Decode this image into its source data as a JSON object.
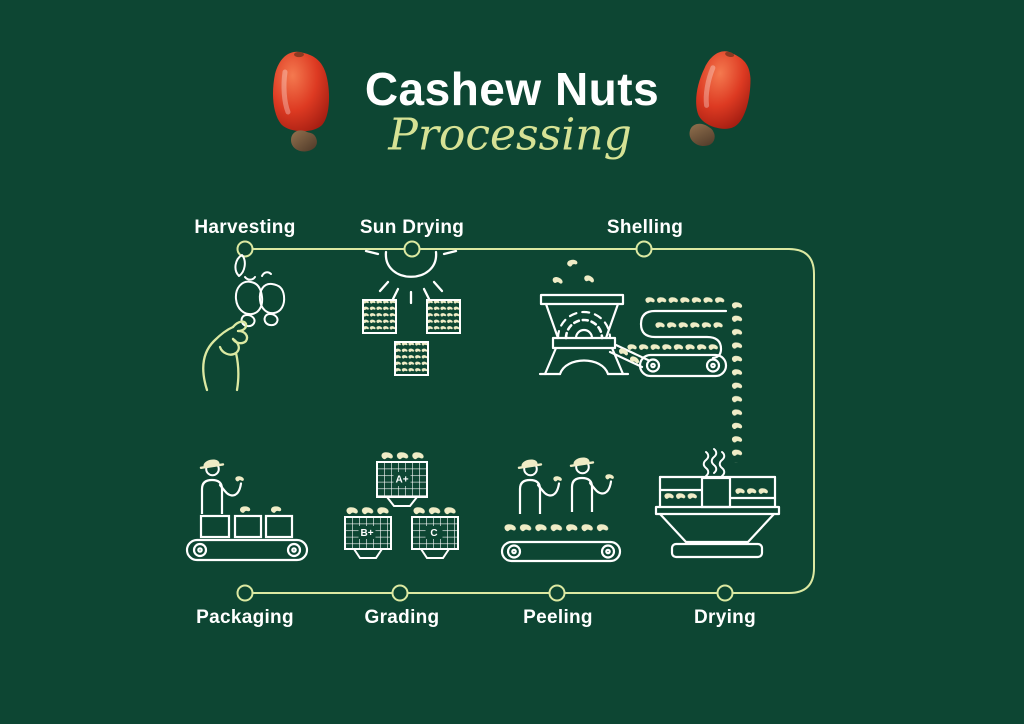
{
  "title": {
    "line1": "Cashew Nuts",
    "line2": "Processing"
  },
  "stages": {
    "top": [
      {
        "label": "Harvesting",
        "icon": "hand-picking-cashew-icon"
      },
      {
        "label": "Sun Drying",
        "icon": "sun-over-drying-trays-icon"
      },
      {
        "label": "Shelling",
        "icon": "shelling-machine-conveyor-icon"
      }
    ],
    "bottom": [
      {
        "label": "Packaging",
        "icon": "worker-packing-boxes-icon"
      },
      {
        "label": "Grading",
        "icon": "grading-sieves-icon"
      },
      {
        "label": "Peeling",
        "icon": "workers-peeling-conveyor-icon"
      },
      {
        "label": "Drying",
        "icon": "steam-dryer-machine-icon"
      }
    ]
  },
  "grading_labels": {
    "top": "A+",
    "left": "B+",
    "right": "C"
  },
  "decor": {
    "left_fruit": "cashew-apple-photo",
    "right_fruit": "cashew-apple-photo"
  },
  "colors": {
    "background": "#0d4633",
    "accent_line": "#dce9a2",
    "title_script_green": "#d6e295",
    "icon_white": "#ffffff",
    "nut_cream": "#efecc6",
    "fruit_red": "#d93a26",
    "nut_brown": "#6d5138"
  }
}
